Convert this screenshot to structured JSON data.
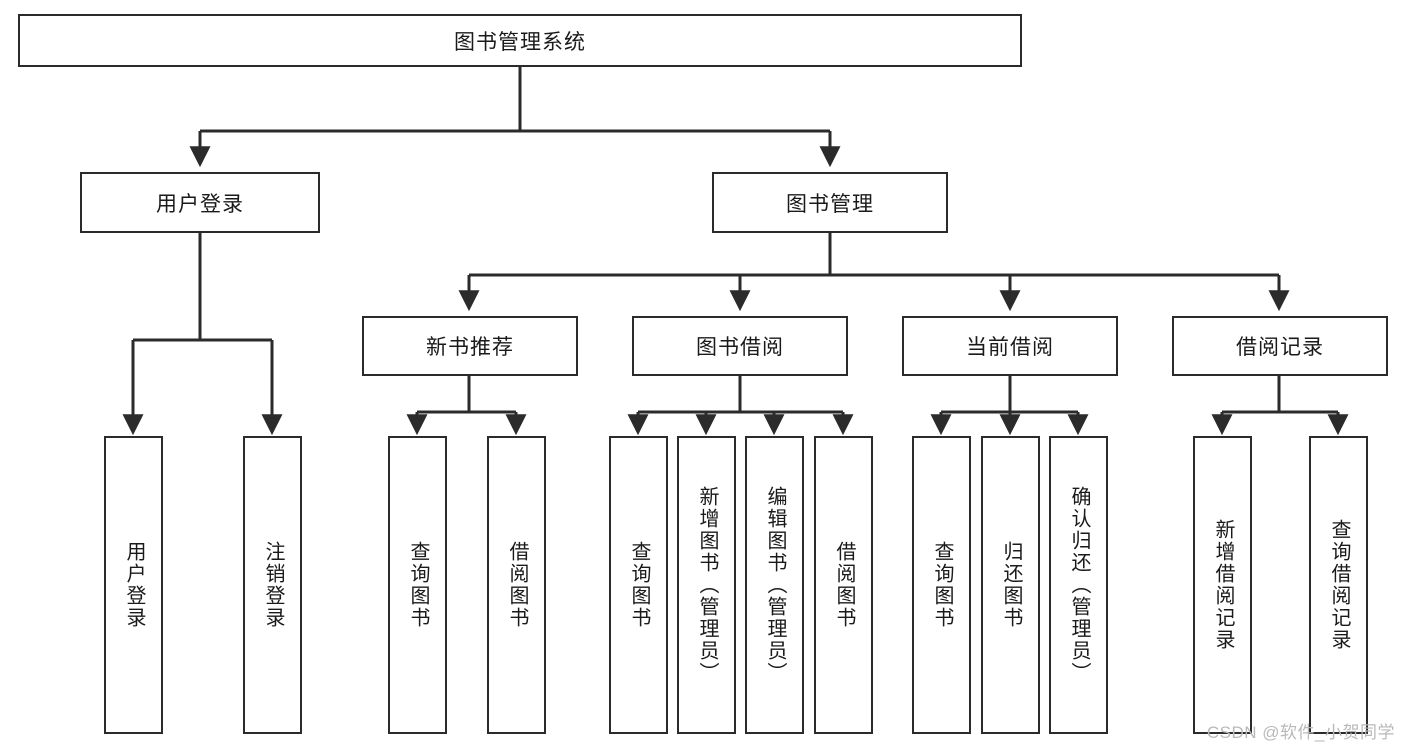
{
  "diagram": {
    "title": "图书管理系统",
    "type": "tree-hierarchy-diagram",
    "colors": {
      "stroke": "#2b2b2b",
      "fill": "#ffffff",
      "text": "#1a1a1a",
      "watermark": "#b9b9b9"
    },
    "root": {
      "label": "图书管理系统"
    },
    "level1": [
      {
        "label": "用户登录"
      },
      {
        "label": "图书管理"
      }
    ],
    "level2": [
      {
        "label": "新书推荐"
      },
      {
        "label": "图书借阅"
      },
      {
        "label": "当前借阅"
      },
      {
        "label": "借阅记录"
      }
    ],
    "leaves": {
      "user_login": [
        {
          "label": "用户登录"
        },
        {
          "label": "注销登录"
        }
      ],
      "new_book": [
        {
          "label": "查询图书"
        },
        {
          "label": "借阅图书"
        }
      ],
      "book_borrow": [
        {
          "label": "查询图书"
        },
        {
          "label": "新增图书（管理员）"
        },
        {
          "label": "编辑图书（管理员）"
        },
        {
          "label": "借阅图书"
        }
      ],
      "current_borrow": [
        {
          "label": "查询图书"
        },
        {
          "label": "归还图书"
        },
        {
          "label": "确认归还（管理员）"
        }
      ],
      "borrow_record": [
        {
          "label": "新增借阅记录"
        },
        {
          "label": "查询借阅记录"
        }
      ]
    },
    "watermark": "CSDN @软件_小贺同学"
  }
}
